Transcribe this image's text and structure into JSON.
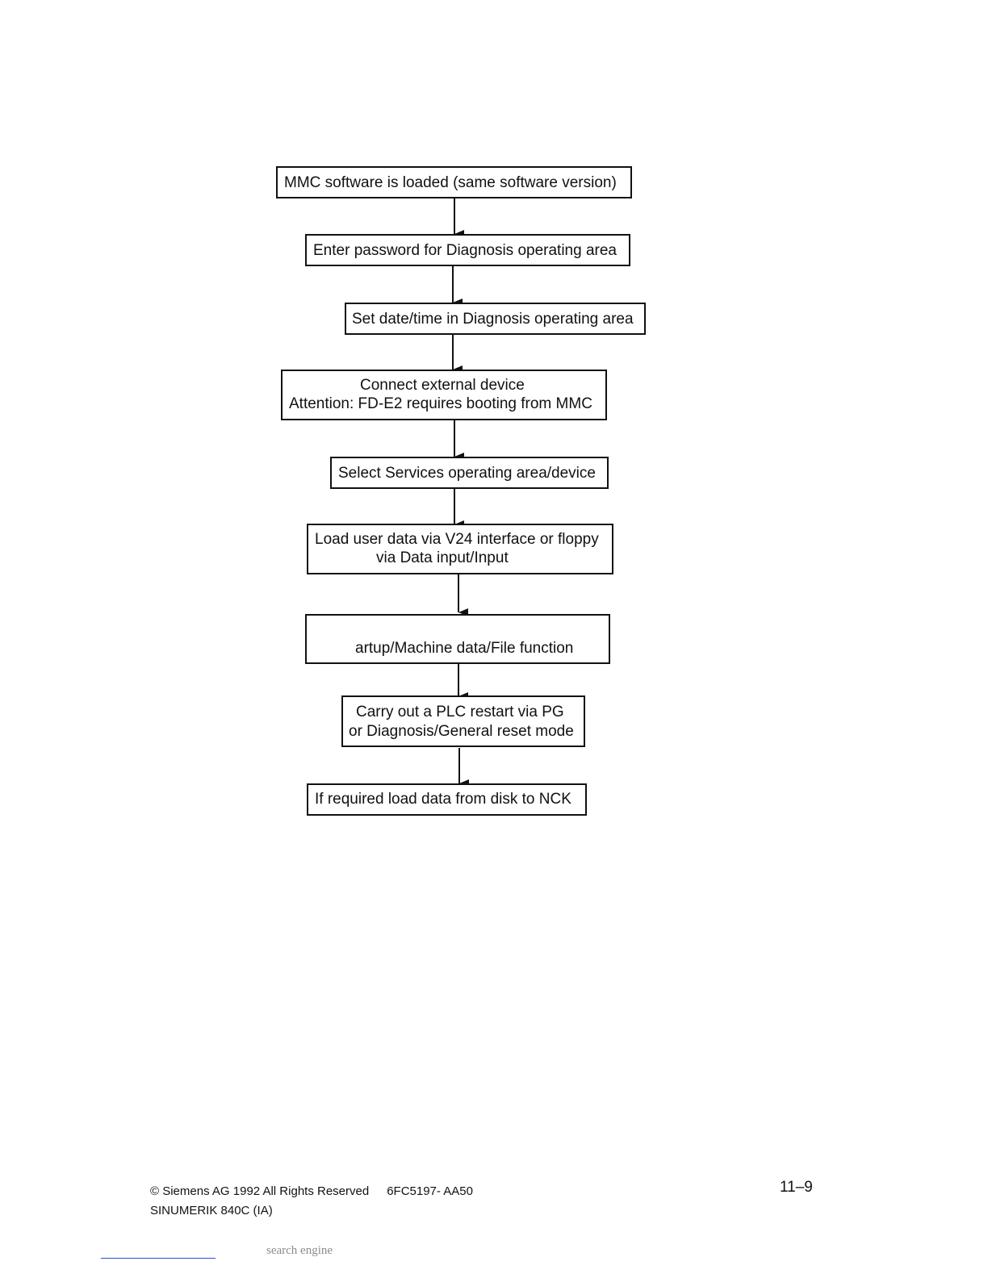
{
  "flowchart": {
    "steps": [
      {
        "lines": [
          "MMC software is loaded (same software version)"
        ]
      },
      {
        "lines": [
          "Enter password for Diagnosis operating area"
        ]
      },
      {
        "lines": [
          "Set date/time in Diagnosis operating area"
        ]
      },
      {
        "lines": [
          "Connect external device",
          "Attention: FD-E2 requires booting from MMC"
        ]
      },
      {
        "lines": [
          "Select Services operating area/device"
        ]
      },
      {
        "lines": [
          "Load user data via V24 interface or floppy",
          "via Data input/Input"
        ]
      },
      {
        "lines": [
          "artup/Machine data/File function"
        ]
      },
      {
        "lines": [
          "Carry out a PLC restart via PG",
          "or Diagnosis/General reset mode"
        ]
      },
      {
        "lines": [
          "If required load data from disk to NCK"
        ]
      }
    ]
  },
  "footer": {
    "copyright": "© Siemens AG  1992  All Rights Reserved",
    "doc_code": "6FC5197- AA50",
    "product": "SINUMERIK 840C (IA)",
    "page_number": "11–9",
    "search_text": "search engine"
  }
}
